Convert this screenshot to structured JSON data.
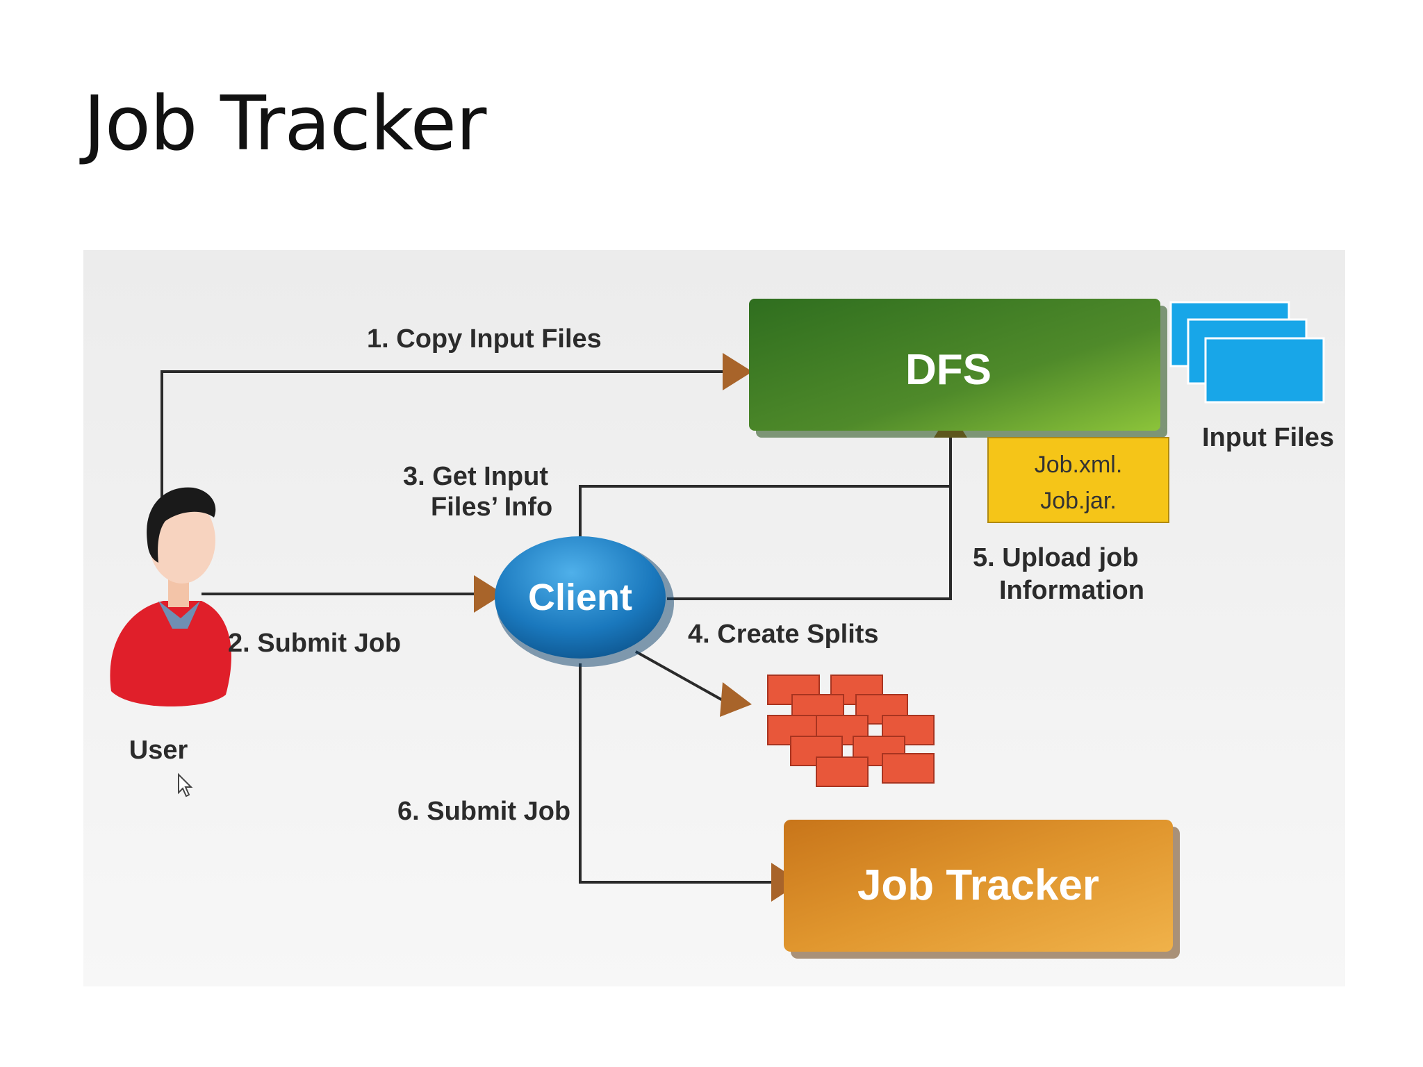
{
  "slide": {
    "title": "Job Tracker"
  },
  "nodes": {
    "dfs": "DFS",
    "client": "Client",
    "job_tracker": "Job Tracker",
    "user": "User",
    "input_files": "Input Files",
    "job_xml": "Job.xml.",
    "job_jar": "Job.jar."
  },
  "steps": {
    "s1": "1. Copy Input Files",
    "s2": "2. Submit Job",
    "s3_line1": "3. Get Input",
    "s3_line2": "Files’ Info",
    "s4": "4. Create Splits",
    "s5_line1": "5. Upload job",
    "s5_line2": "Information",
    "s6": "6. Submit Job"
  },
  "colors": {
    "dfs": "#4f8a2a",
    "client": "#1a78bd",
    "job_tracker": "#d0851f",
    "job_files": "#f5c518",
    "input_files": "#18a6e8",
    "splits": "#e8573a",
    "arrow_head": "#a8642a",
    "line": "#2a2a2a"
  }
}
